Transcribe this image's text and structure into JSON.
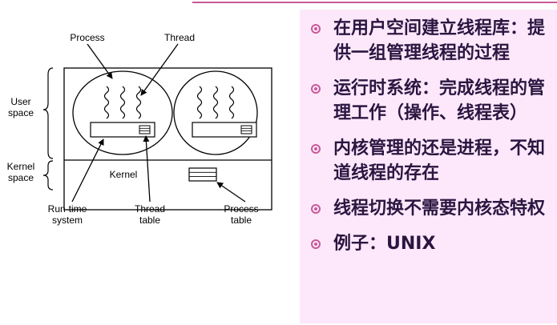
{
  "diagram": {
    "labels": {
      "process": "Process",
      "thread": "Thread",
      "user_space": [
        "User",
        "space"
      ],
      "kernel_space": [
        "Kernel",
        "space"
      ],
      "kernel": "Kernel",
      "runtime_system": [
        "Run-time",
        "system"
      ],
      "thread_table": [
        "Thread",
        "table"
      ],
      "process_table": [
        "Process",
        "table"
      ]
    }
  },
  "bullets": [
    "在用户空间建立线程库：提供一组管理线程的过程",
    "运行时系统：完成线程的管理工作（操作、线程表）",
    "内核管理的还是进程，不知道线程的存在",
    "线程切换不需要内核态特权",
    "例子：UNIX"
  ],
  "colors": {
    "accent": "#c85a98",
    "panel_bg": "#fde8fb",
    "text": "#2a1640"
  }
}
